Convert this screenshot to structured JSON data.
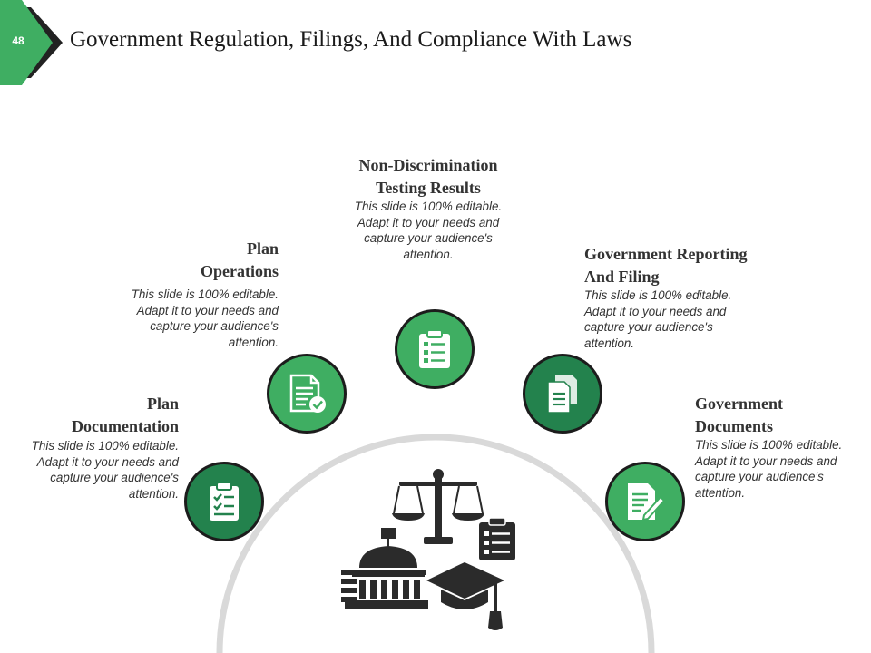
{
  "slide": {
    "number": "48",
    "title": "Government Regulation, Filings, And Compliance With Laws"
  },
  "colors": {
    "accent_light": "#3fae62",
    "accent_dark": "#23824d",
    "badge_dark": "#222222",
    "arc_gray": "#d9d9d9",
    "text": "#333333"
  },
  "items": [
    {
      "heading_line1": "Plan",
      "heading_line2": "Documentation",
      "description": "This slide is 100% editable. Adapt it to your needs and capture your audience's attention.",
      "icon": "clipboard-checklist-icon"
    },
    {
      "heading_line1": "Plan",
      "heading_line2": "Operations",
      "description": "This slide is 100% editable. Adapt it to your needs and capture your audience's attention.",
      "icon": "document-check-icon"
    },
    {
      "heading_line1": "Non-Discrimination",
      "heading_line2": "Testing Results",
      "description": "This slide is 100% editable. Adapt it to your needs and capture your audience's attention.",
      "icon": "clipboard-list-icon"
    },
    {
      "heading_line1": "Government Reporting",
      "heading_line2": "And Filing",
      "description": "This slide is 100% editable. Adapt it to your needs and capture your audience's attention.",
      "icon": "documents-icon"
    },
    {
      "heading_line1": "Government",
      "heading_line2": "Documents",
      "description": "This slide is 100% editable. Adapt it to your needs and capture your audience's attention.",
      "icon": "document-pen-icon"
    }
  ],
  "center_graphic": "government-compliance-icon"
}
